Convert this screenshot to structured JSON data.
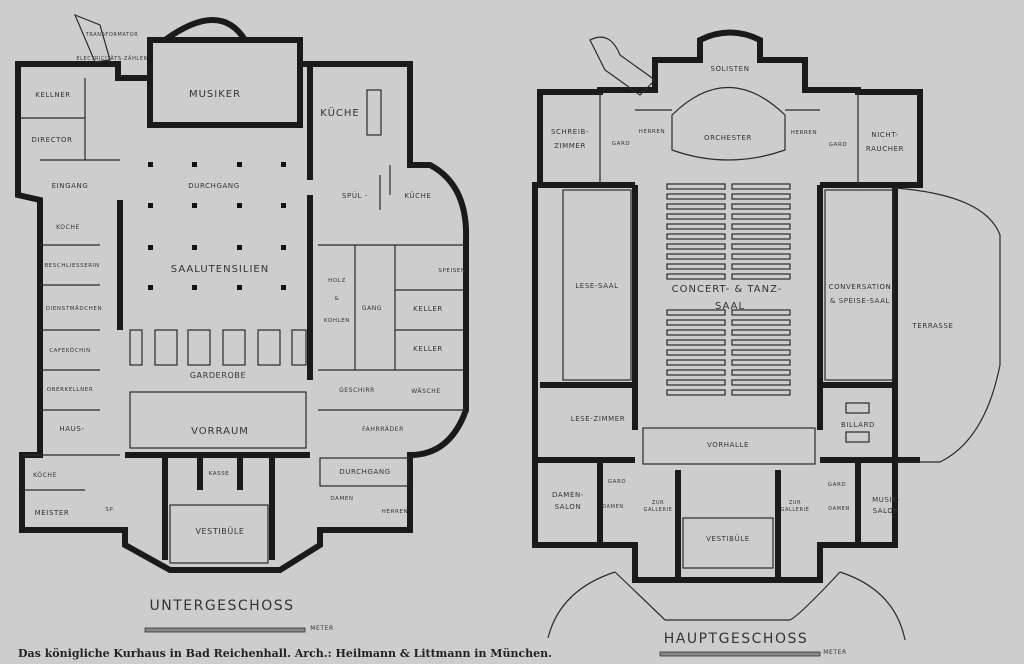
{
  "caption": "Das königliche Kurhaus in Bad Reichenhall.  Arch.: Heilmann & Littmann in München.",
  "untergeschoss": {
    "title": "UNTERGESCHOSS",
    "scale_unit": "METER",
    "rooms": {
      "transformator": "TRANSFORMATOR",
      "zaehler": "ELECTRICITÄTS-ZÄHLER",
      "musiker": "MUSIKER",
      "kellner": "KELLNER",
      "director": "DIRECTOR",
      "kueche": "KÜCHE",
      "eingang": "EINGANG",
      "durchgang": "DURCHGANG",
      "spuel": "SPÜL -",
      "spuelkueche": "KÜCHE",
      "koche": "KOCHE",
      "beschliesserin": "BESCHLIESSERIN",
      "saalutensilien": "SAALUTENSILIEN",
      "holz": "HOLZ",
      "und": "&",
      "kohlen": "KOHLEN",
      "gang": "GANG",
      "speisen": "SPEISEN",
      "keller1": "KELLER",
      "dienstmaedchen": "DIENSTMÄDCHEN",
      "cafekoechin": "CAFEKÖCHIN",
      "keller2": "KELLER",
      "garderobe": "GARDEROBE",
      "oberkellner": "OBERKELLNER",
      "geschirr": "GESCHIRR",
      "waesche": "WÄSCHE",
      "haus": "HAUS-",
      "fahrraeder": "FAHRRÄDER",
      "vorraum": "VORRAUM",
      "koeche": "KÖCHE",
      "kasse": "KASSE",
      "durchgang2": "DURCHGANG",
      "damen": "DAMEN",
      "herren": "HERREN",
      "meister": "MEISTER",
      "sp": "SP.",
      "vestibuele": "VESTIBÜLE"
    }
  },
  "hauptgeschoss": {
    "title": "HAUPTGESCHOSS",
    "scale_unit": "METER",
    "rooms": {
      "solisten": "SOLISTEN",
      "schreib": "SCHREIB-",
      "zimmer": "ZIMMER",
      "gard_l": "GARD",
      "herren_l": "HERREN",
      "orchester": "ORCHESTER",
      "herren_r": "HERREN",
      "gard_r": "GARD",
      "nicht": "NICHT-",
      "raucher": "RAUCHER",
      "lesesaal": "LESE-SAAL",
      "concert": "CONCERT- & TANZ-",
      "saal": "SAAL",
      "conversation": "CONVERSATION",
      "speisesaal": "& SPEISE-SAAL",
      "terrasse": "TERRASSE",
      "lesezimmer": "LESE-ZIMMER",
      "vorhalle": "VORHALLE",
      "billard": "BILLARD",
      "gard_bl": "GARD",
      "gard_br": "GARD",
      "damen_salon1": "DAMEN-",
      "damen_salon2": "SALON",
      "damen_l": "DAMEN",
      "zur_l": "ZUR",
      "gallerie_l": "GALLERIE",
      "zur_r": "ZUR",
      "gallerie_r": "GALLERIE",
      "damen_r": "DAMEN",
      "musik1": "MUSIK-",
      "musik2": "SALON",
      "vestibuele": "VESTIBÜLE"
    }
  }
}
